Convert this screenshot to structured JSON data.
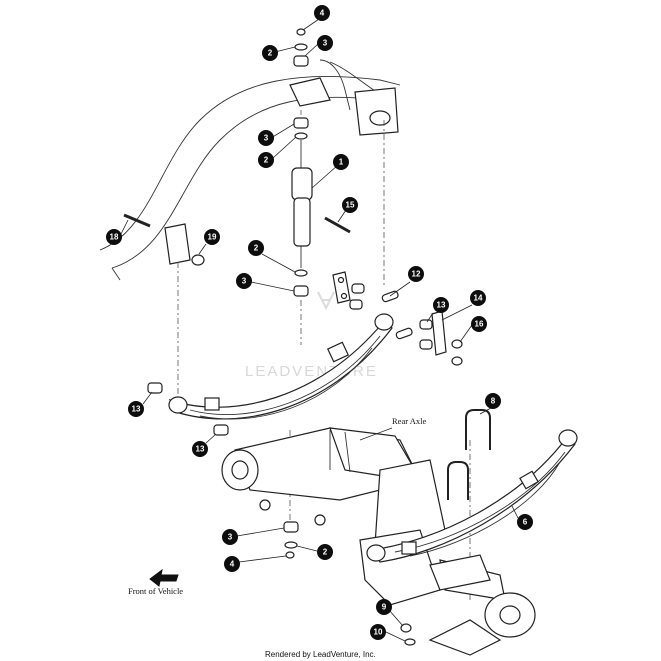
{
  "labels": {
    "rear_axle": "Rear Axle",
    "front_of_vehicle": "Front of Vehicle",
    "credit": "Rendered by LeadVenture, Inc.",
    "watermark": "LEADVENTURE"
  },
  "callouts": [
    {
      "id": "c-4a",
      "num": "4"
    },
    {
      "id": "c-2a",
      "num": "2"
    },
    {
      "id": "c-3a",
      "num": "3"
    },
    {
      "id": "c-3b",
      "num": "3"
    },
    {
      "id": "c-2b",
      "num": "2"
    },
    {
      "id": "c-1",
      "num": "1"
    },
    {
      "id": "c-15",
      "num": "15"
    },
    {
      "id": "c-18",
      "num": "18"
    },
    {
      "id": "c-19",
      "num": "19"
    },
    {
      "id": "c-2c",
      "num": "2"
    },
    {
      "id": "c-3c",
      "num": "3"
    },
    {
      "id": "c-12",
      "num": "12"
    },
    {
      "id": "c-14",
      "num": "14"
    },
    {
      "id": "c-13a",
      "num": "13"
    },
    {
      "id": "c-16",
      "num": "16"
    },
    {
      "id": "c-13b",
      "num": "13"
    },
    {
      "id": "c-13c",
      "num": "13"
    },
    {
      "id": "c-8",
      "num": "8"
    },
    {
      "id": "c-6",
      "num": "6"
    },
    {
      "id": "c-3d",
      "num": "3"
    },
    {
      "id": "c-4b",
      "num": "4"
    },
    {
      "id": "c-2d",
      "num": "2"
    },
    {
      "id": "c-9",
      "num": "9"
    },
    {
      "id": "c-10",
      "num": "10"
    }
  ]
}
